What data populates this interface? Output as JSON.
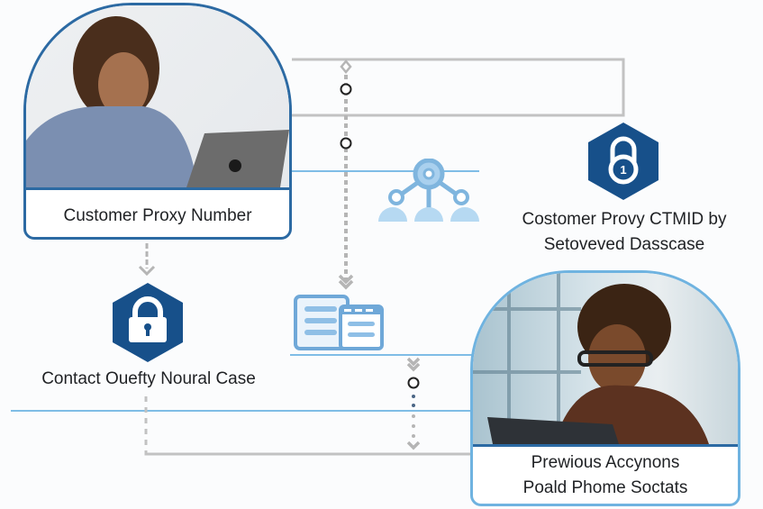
{
  "nodes": {
    "customer_proxy": {
      "label": "Customer Proxy Number",
      "photo": "man-with-laptop-photo"
    },
    "previous_actions": {
      "label_line1": "Prewious Accynons",
      "label_line2": "Poald Phome Soctats",
      "photo": "woman-with-laptop-photo"
    },
    "ctmid_database": {
      "label_line1": "Costomer Provy CTMID by",
      "label_line2": "Setoveved Dasscase",
      "icon": "lock-hexagon-icon",
      "badge": "1"
    },
    "contact_query": {
      "label": "Contact Ouefty Noural Case",
      "icon": "lock-hexagon-icon"
    },
    "network": {
      "icon": "network-hierarchy-icon"
    },
    "records": {
      "icon": "document-windows-icon"
    }
  },
  "colors": {
    "dark_blue": "#17508a",
    "card_border_dark": "#2c6aa3",
    "card_border_light": "#6fb3e0",
    "accent_light_blue": "#7fb5de",
    "connector_gray": "#bdbdbd",
    "text": "#1f2124"
  }
}
